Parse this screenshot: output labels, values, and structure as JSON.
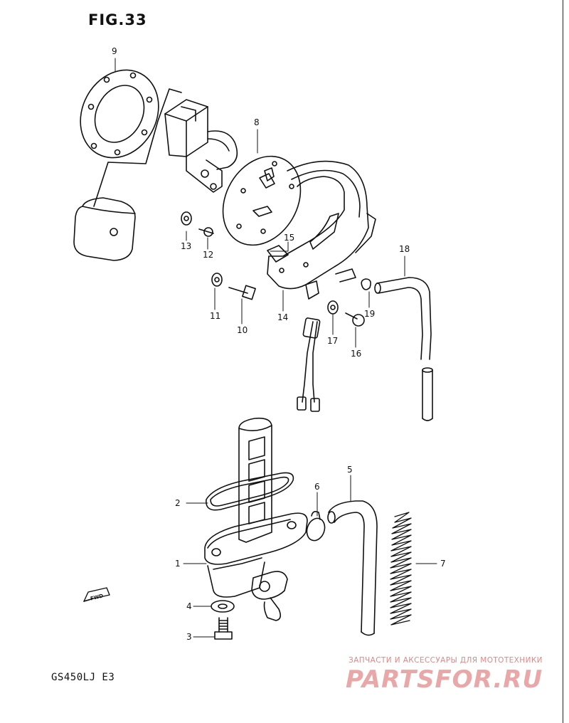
{
  "figure": {
    "title": "FIG.33",
    "model": "GS450LJ E3",
    "fwd_label": "FWD"
  },
  "callouts": [
    {
      "id": "9",
      "label": "9"
    },
    {
      "id": "8",
      "label": "8"
    },
    {
      "id": "13",
      "label": "13"
    },
    {
      "id": "12",
      "label": "12"
    },
    {
      "id": "15",
      "label": "15"
    },
    {
      "id": "18",
      "label": "18"
    },
    {
      "id": "11",
      "label": "11"
    },
    {
      "id": "10",
      "label": "10"
    },
    {
      "id": "14",
      "label": "14"
    },
    {
      "id": "19",
      "label": "19"
    },
    {
      "id": "17",
      "label": "17"
    },
    {
      "id": "16",
      "label": "16"
    },
    {
      "id": "5",
      "label": "5"
    },
    {
      "id": "6",
      "label": "6"
    },
    {
      "id": "2",
      "label": "2"
    },
    {
      "id": "7",
      "label": "7"
    },
    {
      "id": "1",
      "label": "1"
    },
    {
      "id": "4",
      "label": "4"
    },
    {
      "id": "3",
      "label": "3"
    }
  ],
  "watermark": {
    "subtitle": "ЗАПЧАСТИ И АКСЕССУАРЫ ДЛЯ МОТОТЕХНИКИ",
    "brand": "PARTSFOR.RU"
  }
}
